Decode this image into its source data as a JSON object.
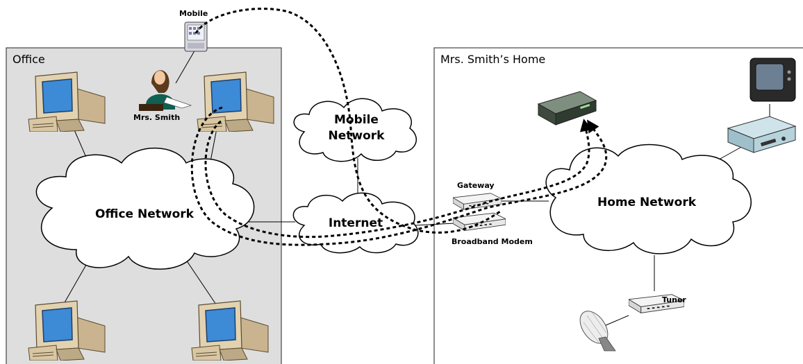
{
  "zones": {
    "office": "Office",
    "home": "Mrs. Smith’s Home"
  },
  "clouds": {
    "office_network": "Office Network",
    "mobile_network_line1": "Mobile",
    "mobile_network_line2": "Network",
    "internet": "Internet",
    "home_network": "Home Network"
  },
  "devices": {
    "mobile": "Mobile",
    "mrs_smith": "Mrs. Smith",
    "gateway": "Gateway",
    "broadband_modem": "Broadband Modem",
    "tuner": "Tuner"
  },
  "colors": {
    "office_bg": "#dedede",
    "zone_border": "#444444",
    "screen": "#3d8ad6",
    "monitor_body": "#d9c8a6",
    "cloud_fill": "#ffffff",
    "path": "#000000"
  }
}
